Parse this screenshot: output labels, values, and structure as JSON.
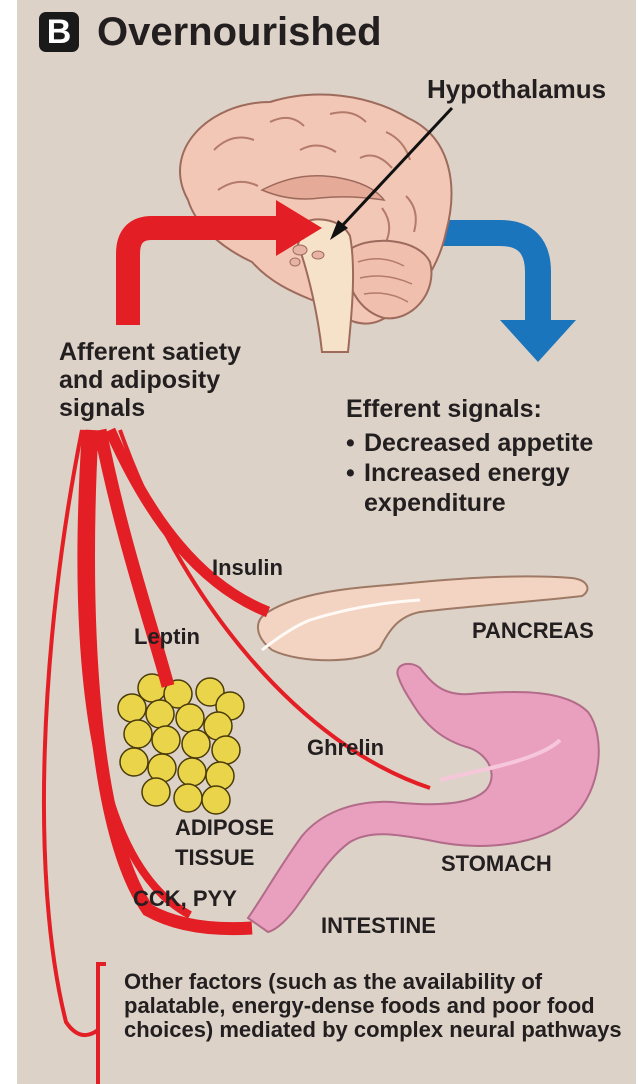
{
  "header": {
    "badge": "B",
    "title": "Overnourished"
  },
  "brain": {
    "label": "Hypothalamus"
  },
  "afferent": {
    "label": "Afferent satiety\nand adiposity\nsignals"
  },
  "efferent": {
    "title": "Efferent signals:",
    "items": [
      "Decreased appetite",
      "Increased energy\nexpenditure"
    ]
  },
  "signals": {
    "insulin": "Insulin",
    "leptin": "Leptin",
    "ghrelin": "Ghrelin",
    "cck_pyy": "CCK, PYY"
  },
  "organs": {
    "pancreas": "PANCREAS",
    "adipose": "ADIPOSE\nTISSUE",
    "stomach": "STOMACH",
    "intestine": "INTESTINE"
  },
  "footer": {
    "other_factors": "Other factors (such as the availability of palatable, energy-dense foods and poor food choices) mediated by complex neural pathways"
  },
  "colors": {
    "background": "#dcd2c7",
    "afferent_arrow": "#e31e24",
    "efferent_arrow": "#1b75bc",
    "brain": "#f2c7b6",
    "adipose": "#e9d44a",
    "stomach": "#e99fbe",
    "pancreas": "#f3d4c2"
  }
}
